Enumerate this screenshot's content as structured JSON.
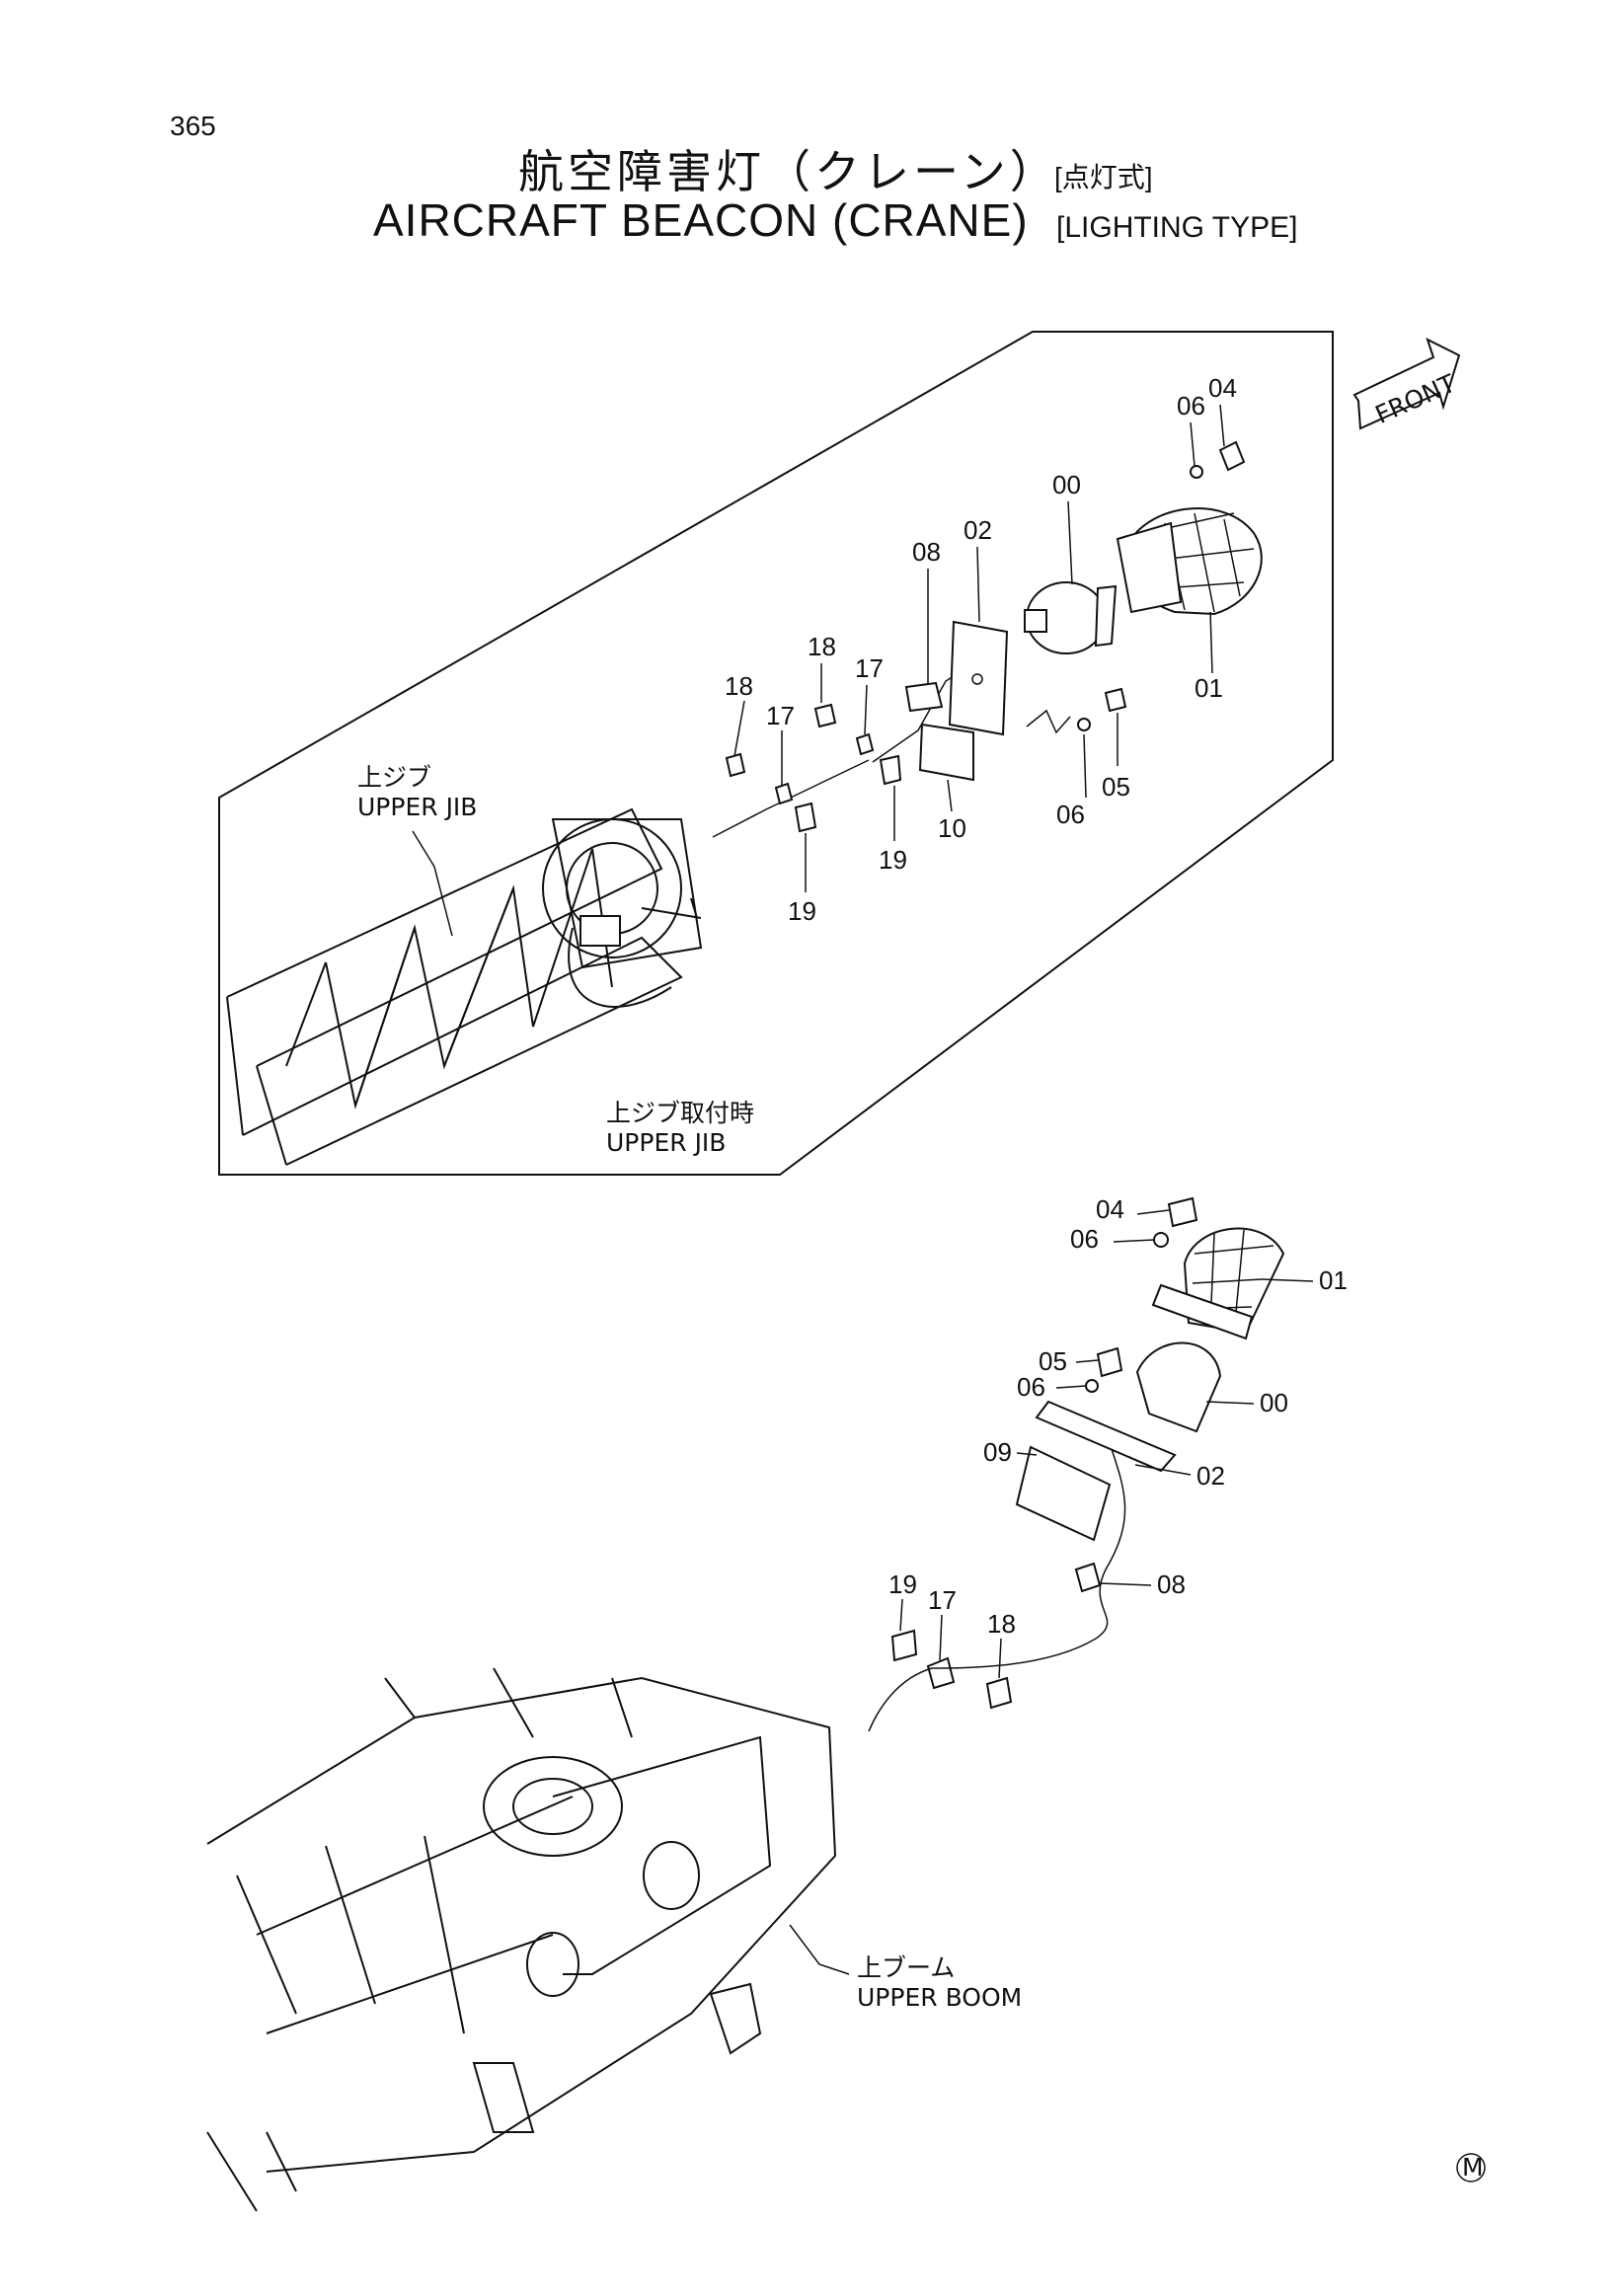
{
  "page_number": "365",
  "title": {
    "jp": "航空障害灯（クレーン）",
    "jp_sub": "[点灯式]",
    "en": "AIRCRAFT BEACON (CRANE)",
    "en_sub": "[LIGHTING TYPE]"
  },
  "front_label": "FRONT",
  "upper_panel": {
    "callouts": [
      "04",
      "06",
      "00",
      "02",
      "08",
      "18",
      "17",
      "18",
      "17",
      "01",
      "06",
      "05",
      "10",
      "19",
      "19"
    ],
    "label_upper_jib_jp": "上ジブ",
    "label_upper_jib_en": "UPPER JIB",
    "label_mount_jp": "上ジブ取付時",
    "label_mount_en": "UPPER JIB"
  },
  "lower_panel": {
    "callouts": [
      "04",
      "06",
      "01",
      "05",
      "06",
      "00",
      "09",
      "02",
      "08",
      "19",
      "17",
      "18"
    ],
    "label_boom_jp": "上ブーム",
    "label_boom_en": "UPPER BOOM"
  },
  "corner_mark": "M"
}
